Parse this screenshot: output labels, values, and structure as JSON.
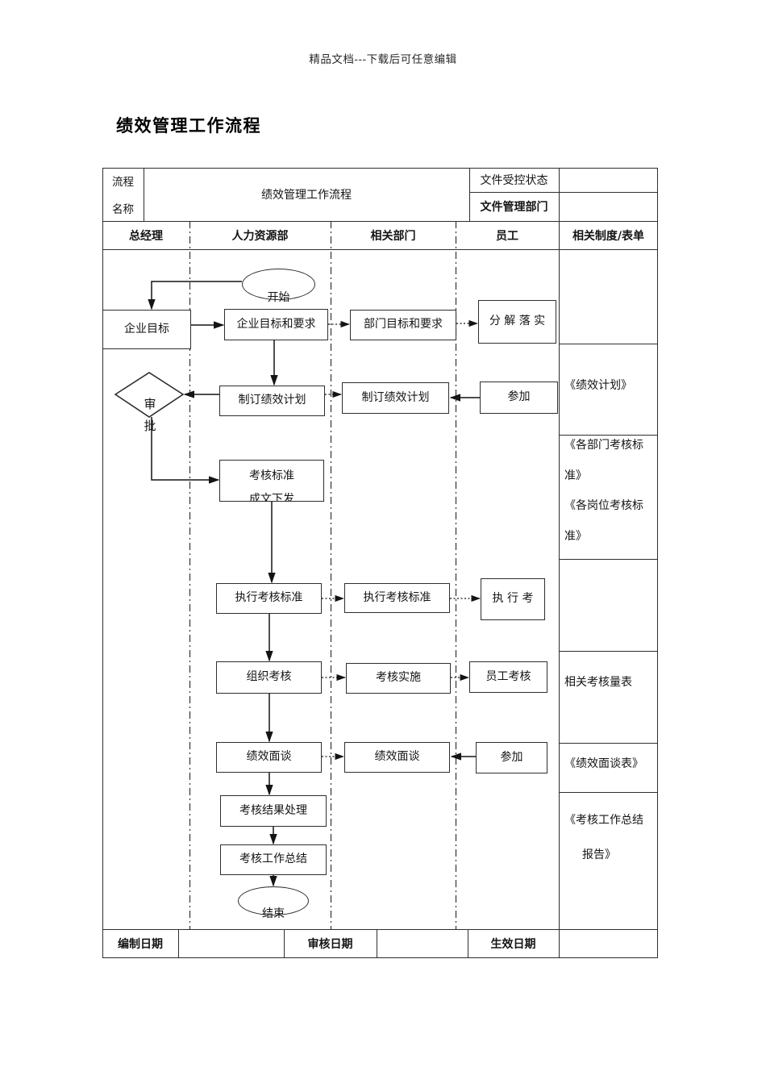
{
  "page": {
    "watermark": "精品文档---下载后可任意编辑",
    "title": "绩效管理工作流程"
  },
  "header": {
    "row_label_lines": [
      "流程",
      "名称"
    ],
    "process_name": "绩效管理工作流程",
    "control_status_label": "文件受控状态",
    "manage_dept_label": "文件管理部门"
  },
  "lanes": {
    "gm": "总经理",
    "hr": "人力资源部",
    "dept": "相关部门",
    "emp": "员工",
    "docs": "相关制度/表单"
  },
  "flow": {
    "start": "开始",
    "end": "结束",
    "gm_goal": "企业目标",
    "approve_line1": "审",
    "approve_line2": "批",
    "hr_goal_req": "企业目标和要求",
    "hr_plan": "制订绩效计划",
    "hr_standard_line1": "考核标准",
    "hr_standard_line2": "成文下发",
    "hr_execute": "执行考核标准",
    "hr_organize": "组织考核",
    "hr_interview": "绩效面谈",
    "hr_result": "考核结果处理",
    "hr_summary": "考核工作总结",
    "dept_goal_req": "部门目标和要求",
    "dept_plan": "制订绩效计划",
    "dept_execute": "执行考核标准",
    "dept_implement": "考核实施",
    "dept_interview": "绩效面谈",
    "emp_decompose": "分 解 落 实",
    "emp_join_plan": "参加",
    "emp_execute": "执 行 考",
    "emp_assess": "员工考核",
    "emp_join_interview": "参加"
  },
  "docs_column": {
    "plan": "《绩效计划》",
    "standards_lines": [
      "《各部门考核标",
      "准》",
      "《各岗位考核标",
      "准》"
    ],
    "scales": "相关考核量表",
    "interview": "《绩效面谈表》",
    "summary_lines": [
      "《考核工作总结",
      "报告》"
    ]
  },
  "footer": {
    "made": "编制日期",
    "review": "审核日期",
    "effective": "生效日期"
  }
}
